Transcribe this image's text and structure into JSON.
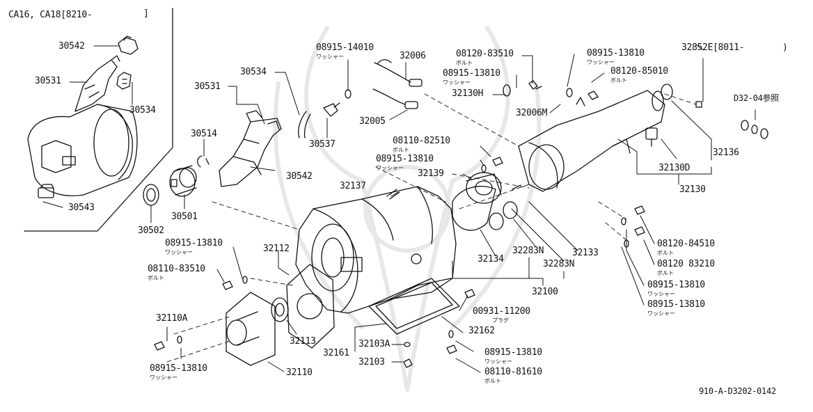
{
  "inset": {
    "title": "CA16, CA18[8210-",
    "title_close": "]"
  },
  "labels": [
    {
      "id": "p30542a",
      "t": "30542"
    },
    {
      "id": "p30531a",
      "t": "30531"
    },
    {
      "id": "p30534a",
      "t": "30534"
    },
    {
      "id": "p30543",
      "t": "30543"
    },
    {
      "id": "p30531b",
      "t": "30531"
    },
    {
      "id": "p30534b",
      "t": "30534"
    },
    {
      "id": "p30514",
      "t": "30514"
    },
    {
      "id": "p30542b",
      "t": "30542"
    },
    {
      "id": "p30501",
      "t": "30501"
    },
    {
      "id": "p30502",
      "t": "30502"
    },
    {
      "id": "p30537",
      "t": "30537"
    },
    {
      "id": "p08915_14010",
      "t": "08915-14010"
    },
    {
      "id": "p32006",
      "t": "32006"
    },
    {
      "id": "p32005",
      "t": "32005"
    },
    {
      "id": "p08120_83510",
      "t": "08120-83510"
    },
    {
      "id": "p08915_13810a",
      "t": "08915-13810"
    },
    {
      "id": "p32130H",
      "t": "32130H"
    },
    {
      "id": "p32006M",
      "t": "32006M"
    },
    {
      "id": "p08915_13810b",
      "t": "08915-13810"
    },
    {
      "id": "p08120_85010",
      "t": "08120-85010"
    },
    {
      "id": "p32852E",
      "t": "32852E[8011-"
    },
    {
      "id": "p32852E_close",
      "t": ")"
    },
    {
      "id": "pD32",
      "t": "D32-04参照"
    },
    {
      "id": "p08110_82510",
      "t": "08110-82510"
    },
    {
      "id": "p08915_13810c",
      "t": "08915-13810"
    },
    {
      "id": "p32139",
      "t": "32139"
    },
    {
      "id": "p32137",
      "t": "32137"
    },
    {
      "id": "p32136",
      "t": "32136"
    },
    {
      "id": "p32130D",
      "t": "32130D"
    },
    {
      "id": "p32130",
      "t": "32130"
    },
    {
      "id": "p08915_13810d",
      "t": "08915-13810"
    },
    {
      "id": "p32112",
      "t": "32112"
    },
    {
      "id": "p08110_83510",
      "t": "08110-83510"
    },
    {
      "id": "p32134",
      "t": "32134"
    },
    {
      "id": "p32283Na",
      "t": "32283N"
    },
    {
      "id": "p32283Nb",
      "t": "32283N"
    },
    {
      "id": "p32133",
      "t": "32133"
    },
    {
      "id": "p32100",
      "t": "32100"
    },
    {
      "id": "p08120_84510",
      "t": "08120-84510"
    },
    {
      "id": "p08120_83210",
      "t": "08120 83210"
    },
    {
      "id": "p08915_13810e",
      "t": "08915-13810"
    },
    {
      "id": "p08915_13810f",
      "t": "08915-13810"
    },
    {
      "id": "p32110A",
      "t": "32110A"
    },
    {
      "id": "p00931_11200",
      "t": "00931-11200"
    },
    {
      "id": "p32113",
      "t": "32113"
    },
    {
      "id": "p32162",
      "t": "32162"
    },
    {
      "id": "p32161",
      "t": "32161"
    },
    {
      "id": "p32103A",
      "t": "32103A"
    },
    {
      "id": "p32103",
      "t": "32103"
    },
    {
      "id": "p08915_13810g",
      "t": "08915-13810"
    },
    {
      "id": "p08915_13810h",
      "t": "08915-13810"
    },
    {
      "id": "p08110_81610",
      "t": "08110-81610"
    },
    {
      "id": "p32110",
      "t": "32110"
    }
  ],
  "sublabels": [
    {
      "id": "s1",
      "t": "ワッシャー"
    },
    {
      "id": "s2",
      "t": "ボルト"
    },
    {
      "id": "s3",
      "t": "ワッシャー"
    },
    {
      "id": "s4",
      "t": "ワッシャー"
    },
    {
      "id": "s5",
      "t": "ボルト"
    },
    {
      "id": "s6",
      "t": "ボルト"
    },
    {
      "id": "s7",
      "t": "ワッシャー"
    },
    {
      "id": "s8",
      "t": "ワッシャー"
    },
    {
      "id": "s9",
      "t": "ボルト"
    },
    {
      "id": "s10",
      "t": "ボルト"
    },
    {
      "id": "s11",
      "t": "ボルト"
    },
    {
      "id": "s12",
      "t": "ワッシャー"
    },
    {
      "id": "s13",
      "t": "ワッシャー"
    },
    {
      "id": "s14",
      "t": "プラグ"
    },
    {
      "id": "s15",
      "t": "ワッシャー"
    },
    {
      "id": "s16",
      "t": "ワッシャー"
    },
    {
      "id": "s17",
      "t": "ボルト"
    }
  ],
  "footer": {
    "code": "910-A-D3202-0142"
  }
}
